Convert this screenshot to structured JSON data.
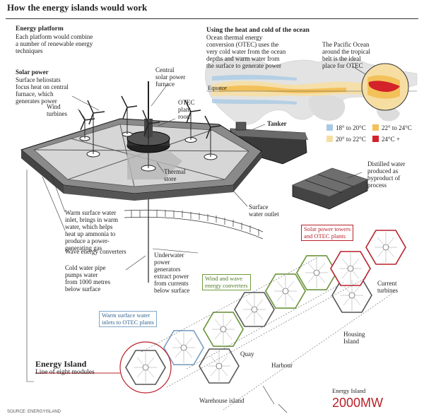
{
  "title": "How the energy islands would work",
  "platform": {
    "heading": "Energy platform",
    "body": "Each platform would combine\na number of renewable energy\ntechniques"
  },
  "labels": {
    "solar_power_head": "Solar power",
    "solar_power_body": "Surface heliostats\nfocus heat on central\nfurnace, which\ngenerates power",
    "central_furnace": "Central\nsolar power\nfurnace",
    "otec_room": "OTEC\nplant\nroom",
    "wind_turbines": "Wind\nturbines",
    "thermal_store": "Thermal\nstore",
    "tanker": "Tanker",
    "distilled": "Distilled water\nproduced as\nbyproduct of\nprocess",
    "surface_outlet": "Surface\nwater outlet",
    "warm_inlet": "Warm surface water\ninlet, brings in warm\nwater, which helps\nheat up ammonia to\nproduce a power-\ngenerating gas",
    "wave_converters": "Wave energy converters",
    "cold_pipe": "Cold water pipe\npumps water\nfrom 1000 metres\nbelow surface",
    "underwater": "Underwater\npower\ngenerators\nextract power\nfrom currents\nbelow surface"
  },
  "ocean": {
    "heading": "Using the heat and cold of the ocean",
    "body": "Ocean thermal energy\nconversion (OTEC) uses the\nvery cold water from the ocean\ndepths and warm water from\nthe surface to generate power",
    "pacific": "The Pacific Ocean\naround the tropical\nbelt is the ideal\nplace for OTEC",
    "equator": "Equator",
    "legend": [
      {
        "label": "18° to 20°C",
        "color": "#a9c9e4"
      },
      {
        "label": "22° to 24°C",
        "color": "#f3c15a"
      },
      {
        "label": "20° to 22°C",
        "color": "#f6dea3"
      },
      {
        "label": "24°C +",
        "color": "#d3222a"
      }
    ]
  },
  "island": {
    "box_solar": "Solar power towers\nand OTEC plants",
    "box_wind": "Wind and wave\nenergy converters",
    "box_warm": "Warm surface water\ninlets to OTEC plants",
    "current_turbines": "Current\nturbines",
    "housing_island": "Housing\nIsland",
    "quay": "Quay",
    "harbour": "Harbour",
    "warehouse": "Warehouse island",
    "name": "Energy Island",
    "line": "Line of eight modules",
    "capacity_label": "Energy Island",
    "capacity": "2000MW",
    "source": "SOURCE: ENERGYISLAND"
  }
}
